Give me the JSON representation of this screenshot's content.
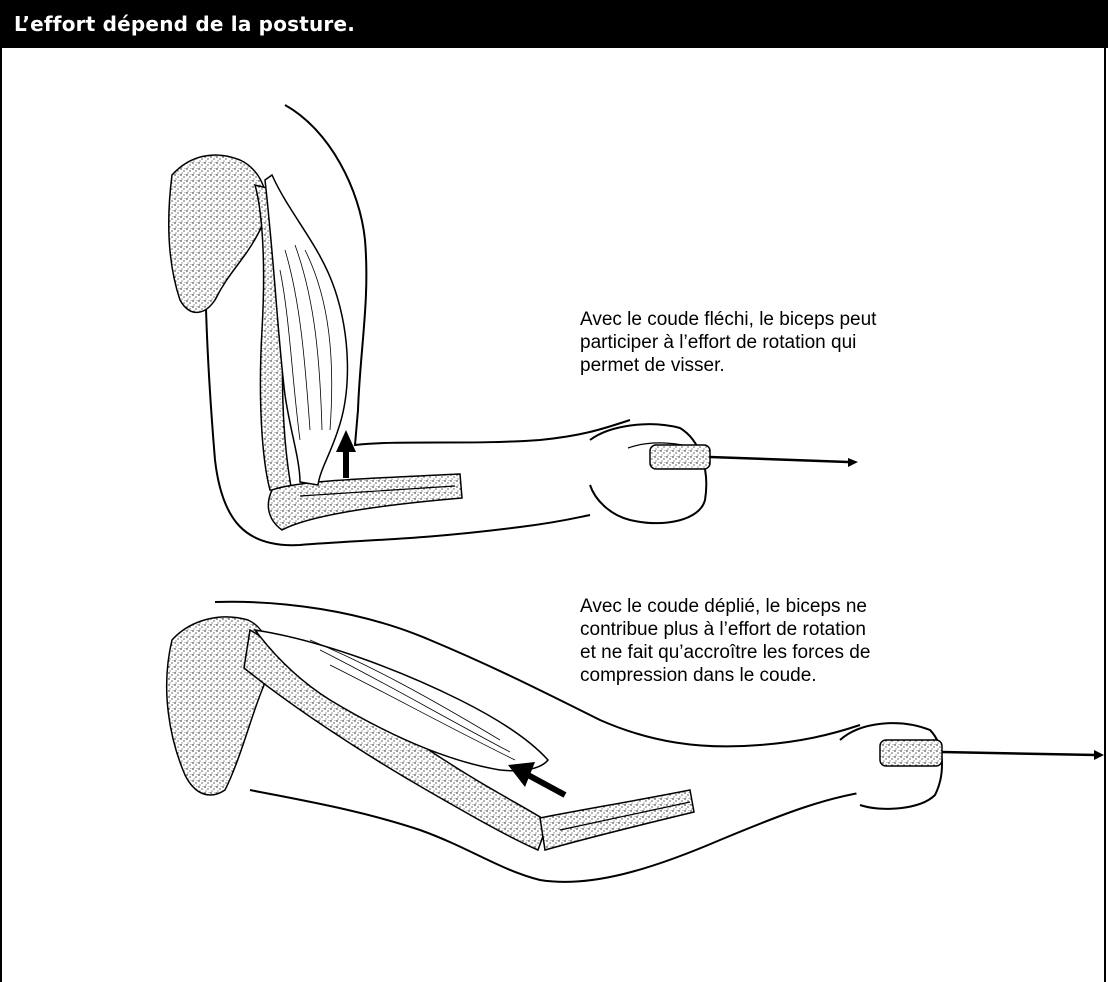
{
  "title": "L’effort dépend de la posture.",
  "captions": {
    "flexed": [
      "Avec le coude fléchi, le biceps peut",
      "participer à l’effort de rotation qui",
      "permet de visser."
    ],
    "extended": [
      "Avec le coude déplié, le biceps ne",
      "contribue plus à l’effort de rotation",
      "et ne fait qu’accroître les forces de",
      "compression dans le coude."
    ]
  },
  "colors": {
    "ink": "#000000",
    "paper": "#ffffff",
    "header": "#000000"
  },
  "icons": [
    "biceps-arrow-icon",
    "screwdriver-icon"
  ]
}
